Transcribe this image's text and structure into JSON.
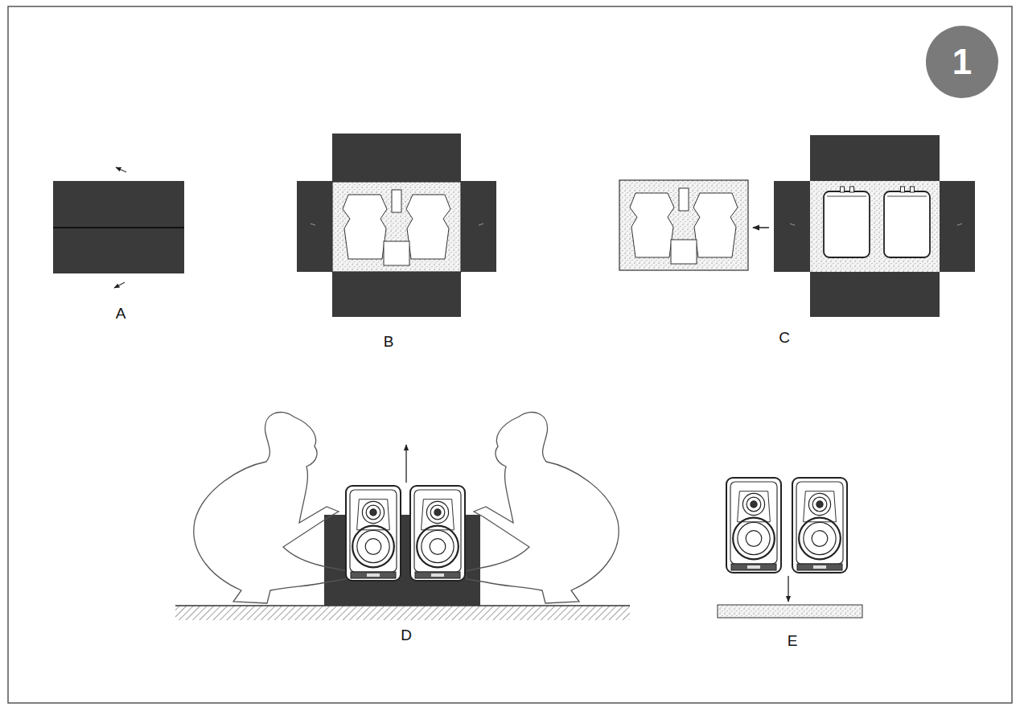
{
  "diagram": {
    "nodes": [
      {
        "text": [
          "1"
        ]
      }
    ],
    "labels": [
      "A",
      "B",
      "C",
      "D",
      "E"
    ]
  }
}
